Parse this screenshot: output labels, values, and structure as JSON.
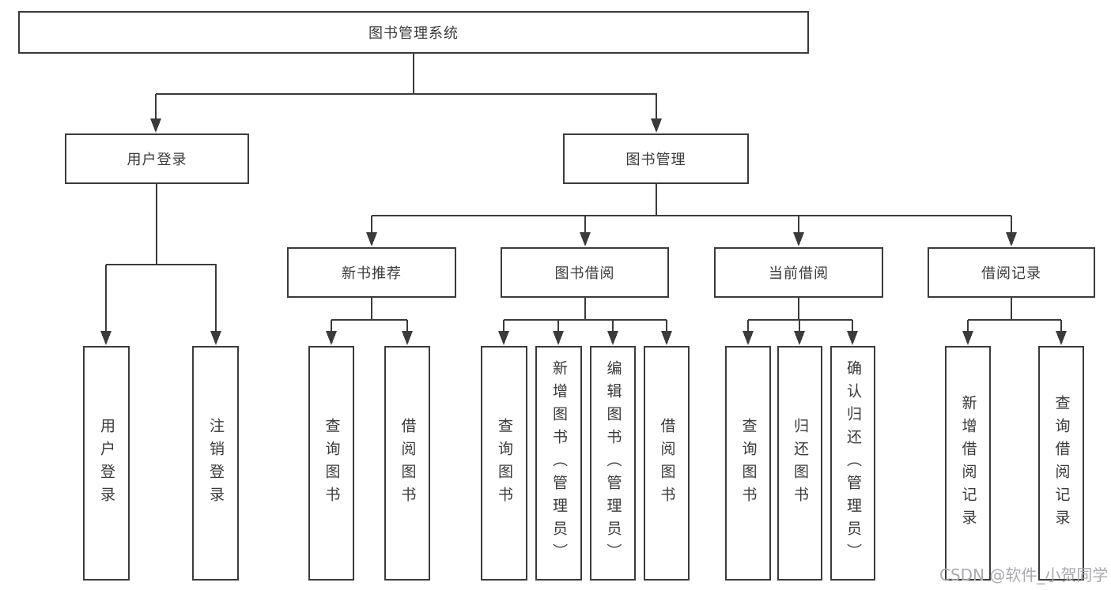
{
  "nodes": {
    "root": {
      "label": "图书管理系统"
    },
    "level2": [
      {
        "label": "用户登录"
      },
      {
        "label": "图书管理"
      }
    ],
    "level3": [
      {
        "label": "新书推荐"
      },
      {
        "label": "图书借阅"
      },
      {
        "label": "当前借阅"
      },
      {
        "label": "借阅记录"
      }
    ],
    "leaves": [
      {
        "label": "用户登录"
      },
      {
        "label": "注销登录"
      },
      {
        "label": "查询图书"
      },
      {
        "label": "借阅图书"
      },
      {
        "label": "查询图书"
      },
      {
        "label": "新增图书（管理员）"
      },
      {
        "label": "编辑图书（管理员）"
      },
      {
        "label": "借阅图书"
      },
      {
        "label": "查询图书"
      },
      {
        "label": "归还图书"
      },
      {
        "label": "确认归还（管理员）"
      },
      {
        "label": "新增借阅记录"
      },
      {
        "label": "查询借阅记录"
      }
    ]
  },
  "watermark": "CSDN @软件_小贺同学",
  "colors": {
    "line": "#3b3b3b",
    "box_border": "#3b3b3b",
    "text": "#3a3a3a",
    "watermark": "#a9a9b0",
    "background": "#ffffff"
  }
}
